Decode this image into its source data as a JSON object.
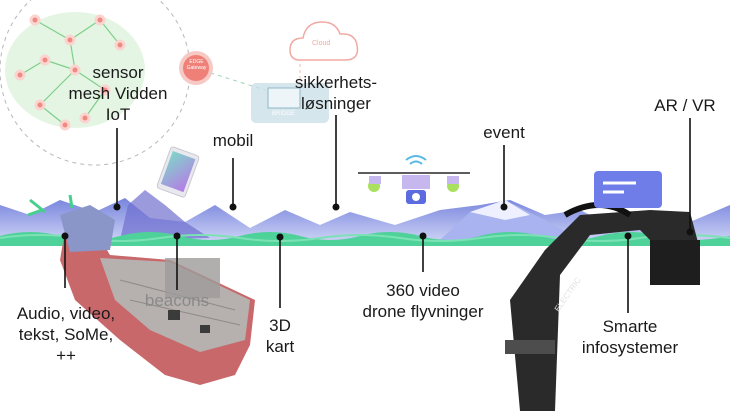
{
  "labels": {
    "sensor": [
      "sensor",
      "mesh Vidden",
      "IoT"
    ],
    "mobil": "mobil",
    "sikkerhet": [
      "sikkerhets-",
      "løsninger"
    ],
    "event": "event",
    "arvr": "AR / VR",
    "audio": [
      "Audio, video,",
      "tekst, SoMe,",
      "++"
    ],
    "beacons": "beacons",
    "kart": [
      "3D",
      "kart"
    ],
    "video360": [
      "360 video",
      "drone flyvninger"
    ],
    "smarte": [
      "Smarte",
      "infosystemer"
    ]
  },
  "badges": {
    "edge": [
      "EDGE",
      "Gateway"
    ],
    "cloud": "Cloud",
    "bridge": "BRIDGE"
  },
  "arm_text": "ELECTRIC",
  "colors": {
    "text": "#1a1a1a",
    "line": "#111111",
    "mountain": "#8fa3e6",
    "mountain_dark": "#6b5fc0",
    "grass": "#4fd19a",
    "mesh": "#d9f2da",
    "node": "#f08a80",
    "edge_badge": "#ee8078",
    "cloud_stroke": "#f2a9a3",
    "bridge": "#a7c8d8",
    "drone": "#b9a7e8",
    "ship_hull": "#c9686b",
    "screen": "#6f7de8"
  }
}
